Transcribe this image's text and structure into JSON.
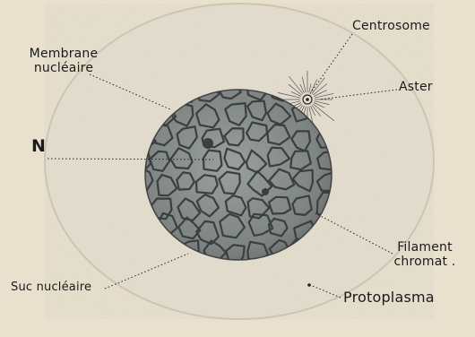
{
  "labels": {
    "membrane_line1": "Membrane",
    "membrane_line2": "nucléaire",
    "nucleus": "N",
    "centrosome": "Centrosome",
    "aster": "Aster",
    "filament_line1": "Filament",
    "filament_line2": "chromat .",
    "suc": "Suc nucléaire",
    "protoplasma": "Protoplasma"
  },
  "colors": {
    "background": "#e9e1cd",
    "cytoplasm": "#e3dccb",
    "nucleus": "#8a8f8c",
    "chromatin_network": "#3f4446",
    "ink": "#1a1a1a"
  },
  "icons": {
    "cell": "cell-body",
    "nucleus": "nucleus-sphere",
    "centrosome": "centrosome-dot",
    "aster": "aster-rays"
  }
}
